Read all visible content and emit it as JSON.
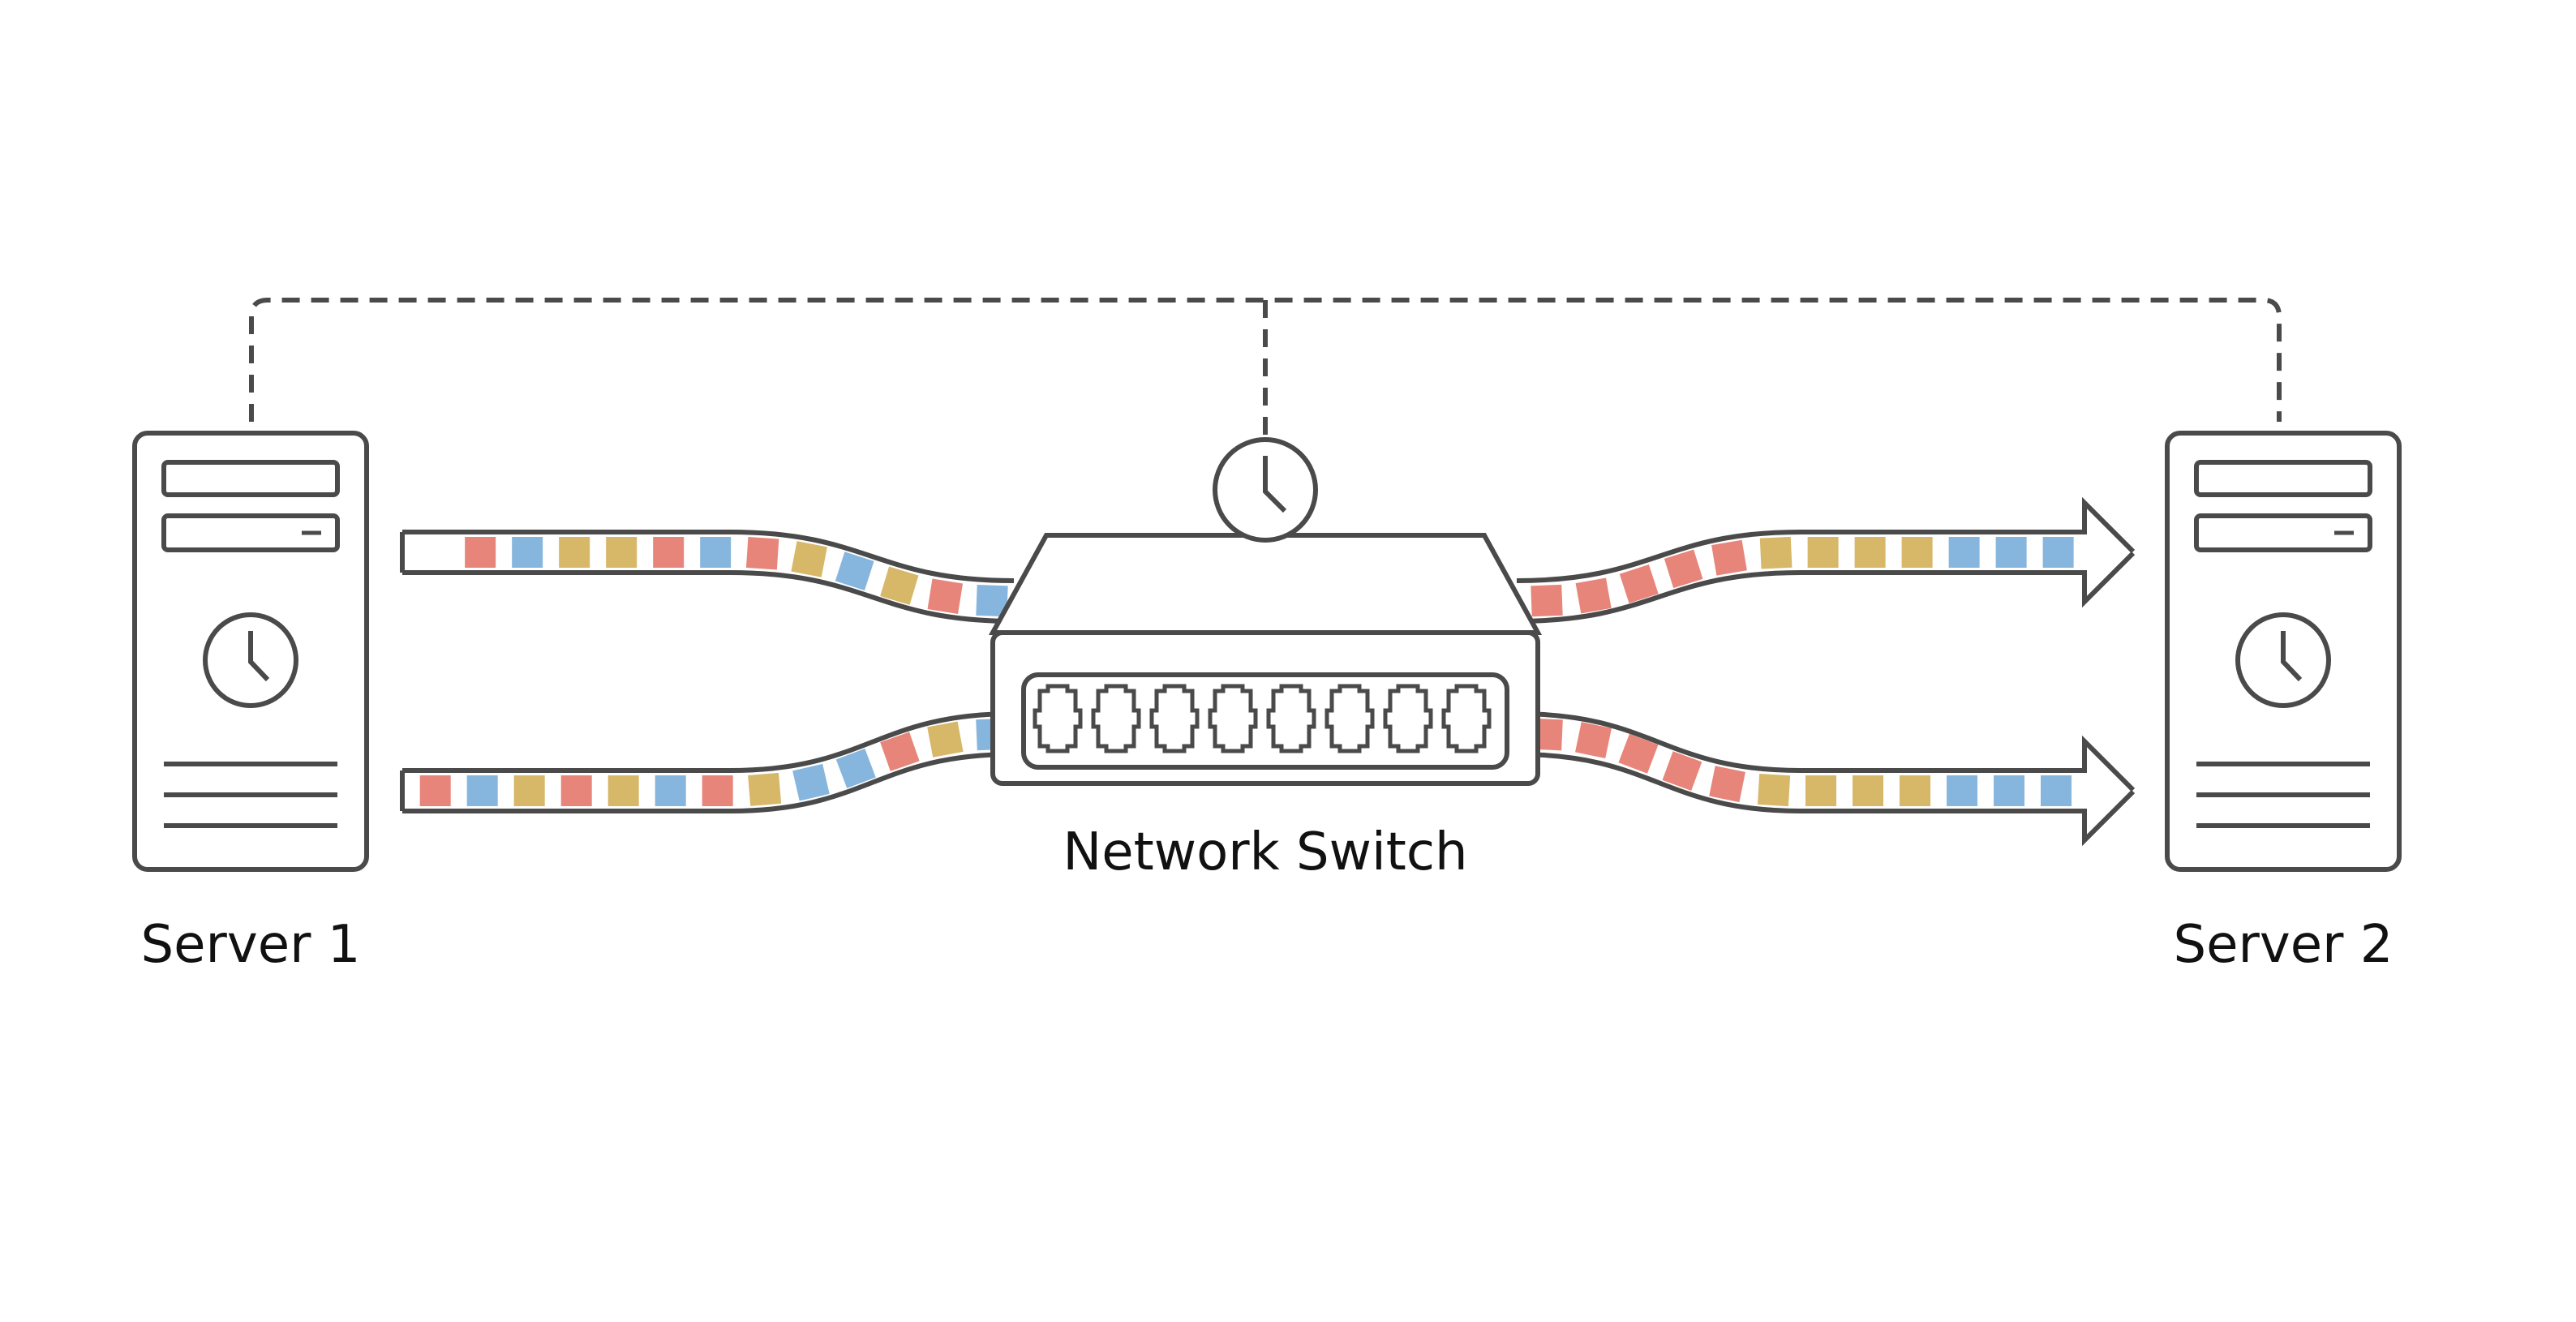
{
  "labels": {
    "server_left": "Server 1",
    "server_right": "Server 2",
    "switch": "Network Switch"
  },
  "colors": {
    "stroke": "#4a4a4a",
    "packet_red": "#e8857a",
    "packet_blue": "#86b6dd",
    "packet_yellow": "#d7b768"
  },
  "icons": [
    "server-icon",
    "network-switch-icon",
    "clock-icon",
    "arrow-head-icon"
  ],
  "flows": {
    "left_top": [
      "red",
      "blue",
      "yellow",
      "yellow",
      "red",
      "blue",
      "red",
      "yellow",
      "blue",
      "yellow",
      "red",
      "blue"
    ],
    "left_bottom": [
      "red",
      "blue",
      "yellow",
      "red",
      "yellow",
      "blue",
      "red",
      "yellow",
      "blue",
      "blue",
      "red",
      "yellow",
      "blue"
    ],
    "right_top": [
      "red",
      "red",
      "red",
      "red",
      "red",
      "yellow",
      "yellow",
      "yellow",
      "yellow",
      "blue",
      "blue",
      "blue"
    ],
    "right_bottom": [
      "red",
      "red",
      "red",
      "red",
      "red",
      "yellow",
      "yellow",
      "yellow",
      "yellow",
      "blue",
      "blue",
      "blue"
    ]
  }
}
